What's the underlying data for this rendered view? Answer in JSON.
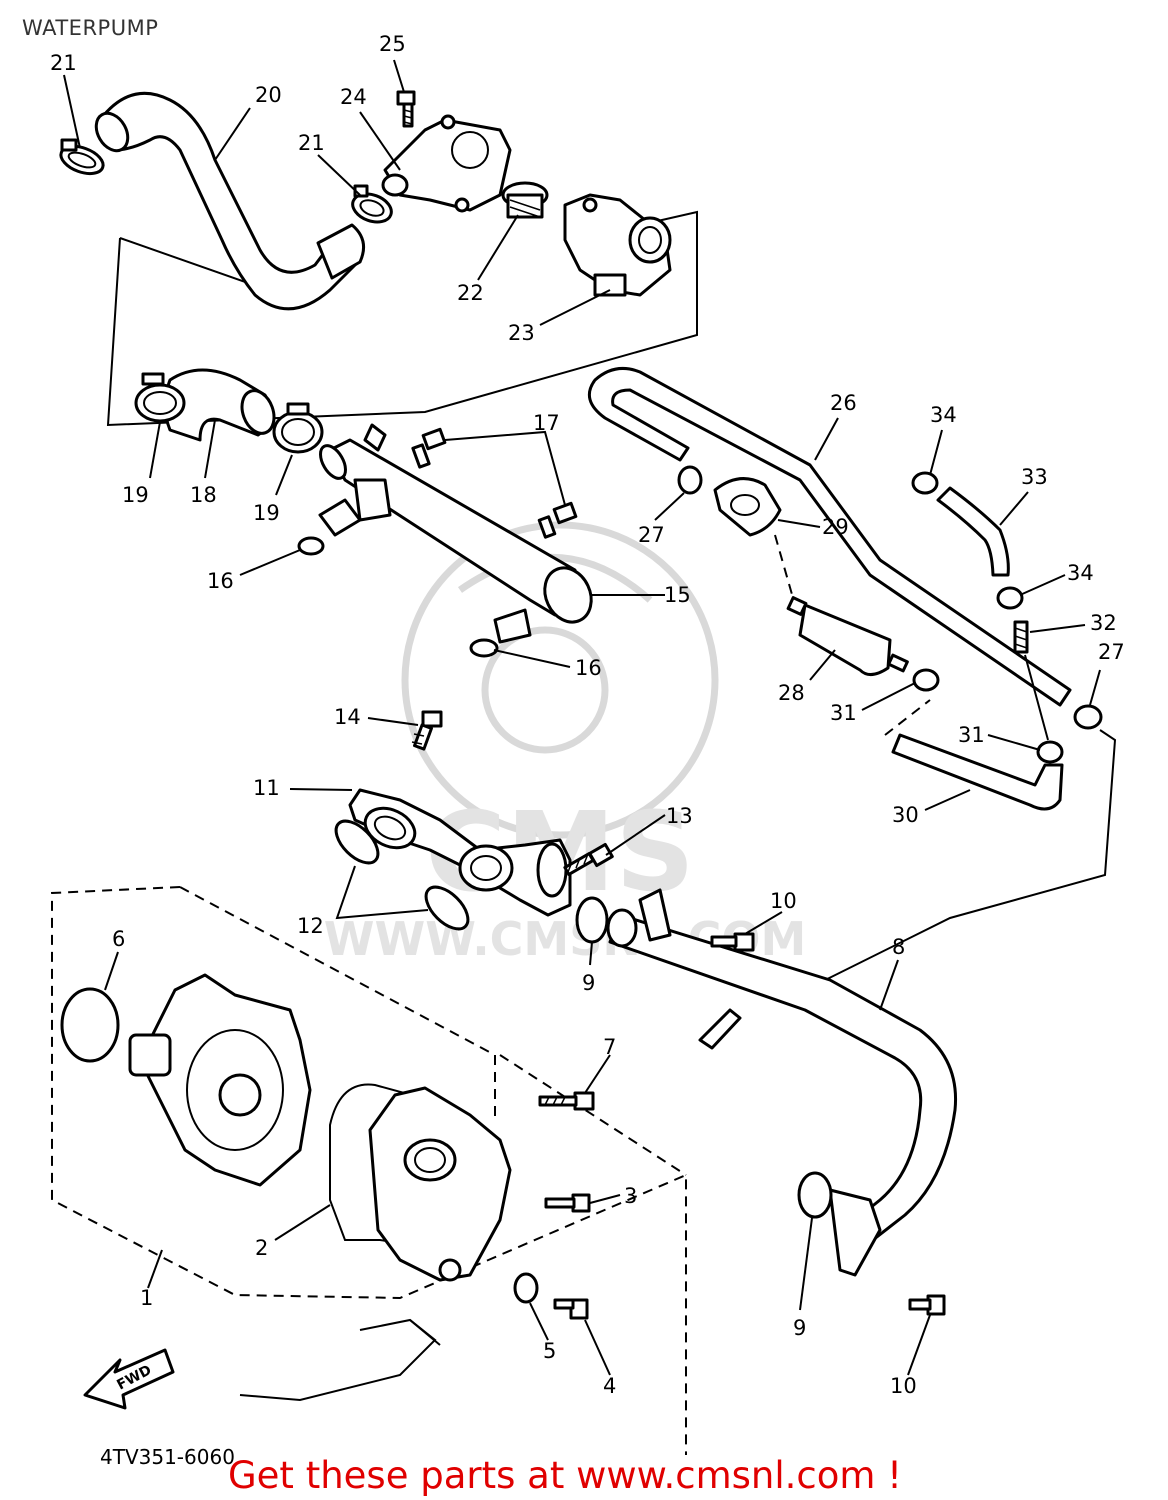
{
  "title": "WATERPUMP",
  "reference": "4TV351-6060",
  "footer": "Get these parts at www.cmsnl.com !",
  "fwd_label": "FWD",
  "watermark": {
    "main": "CMS",
    "url": "WWW.CMSNL.COM"
  },
  "callouts": [
    {
      "id": "c25",
      "label": "25"
    },
    {
      "id": "c24",
      "label": "24"
    },
    {
      "id": "c21a",
      "label": "21"
    },
    {
      "id": "c20",
      "label": "20"
    },
    {
      "id": "c21b",
      "label": "21"
    },
    {
      "id": "c22",
      "label": "22"
    },
    {
      "id": "c23",
      "label": "23"
    },
    {
      "id": "c26",
      "label": "26"
    },
    {
      "id": "c34a",
      "label": "34"
    },
    {
      "id": "c33",
      "label": "33"
    },
    {
      "id": "c17",
      "label": "17"
    },
    {
      "id": "c19a",
      "label": "19"
    },
    {
      "id": "c18",
      "label": "18"
    },
    {
      "id": "c19b",
      "label": "19"
    },
    {
      "id": "c27a",
      "label": "27"
    },
    {
      "id": "c29",
      "label": "29"
    },
    {
      "id": "c16a",
      "label": "16"
    },
    {
      "id": "c15",
      "label": "15"
    },
    {
      "id": "c34b",
      "label": "34"
    },
    {
      "id": "c32",
      "label": "32"
    },
    {
      "id": "c16b",
      "label": "16"
    },
    {
      "id": "c27b",
      "label": "27"
    },
    {
      "id": "c28",
      "label": "28"
    },
    {
      "id": "c31a",
      "label": "31"
    },
    {
      "id": "c14",
      "label": "14"
    },
    {
      "id": "c31b",
      "label": "31"
    },
    {
      "id": "c11",
      "label": "11"
    },
    {
      "id": "c13",
      "label": "13"
    },
    {
      "id": "c30",
      "label": "30"
    },
    {
      "id": "c10a",
      "label": "10"
    },
    {
      "id": "c12",
      "label": "12"
    },
    {
      "id": "c6",
      "label": "6"
    },
    {
      "id": "c9a",
      "label": "9"
    },
    {
      "id": "c8",
      "label": "8"
    },
    {
      "id": "c7",
      "label": "7"
    },
    {
      "id": "c3",
      "label": "3"
    },
    {
      "id": "c2",
      "label": "2"
    },
    {
      "id": "c1",
      "label": "1"
    },
    {
      "id": "c5",
      "label": "5"
    },
    {
      "id": "c9b",
      "label": "9"
    },
    {
      "id": "c4",
      "label": "4"
    },
    {
      "id": "c10b",
      "label": "10"
    }
  ]
}
